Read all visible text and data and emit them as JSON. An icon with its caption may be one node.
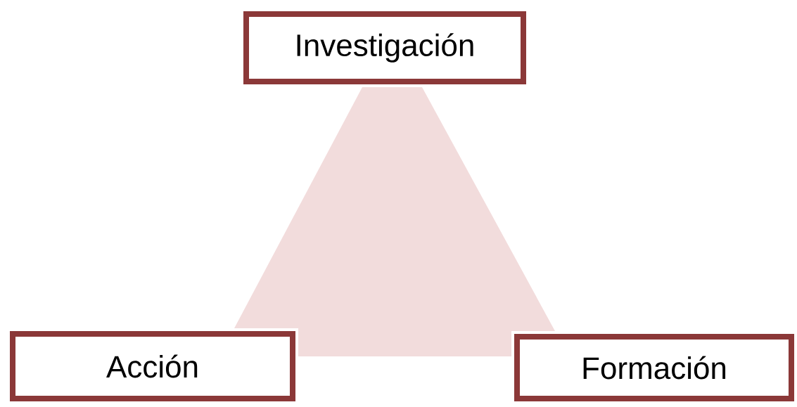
{
  "diagram": {
    "nodes": [
      {
        "text": [
          "Investigación"
        ]
      },
      {
        "text": [
          "Acción"
        ]
      },
      {
        "text": [
          "Formación"
        ]
      },
      {
        "text": [],
        "shape": "triangle"
      }
    ]
  }
}
